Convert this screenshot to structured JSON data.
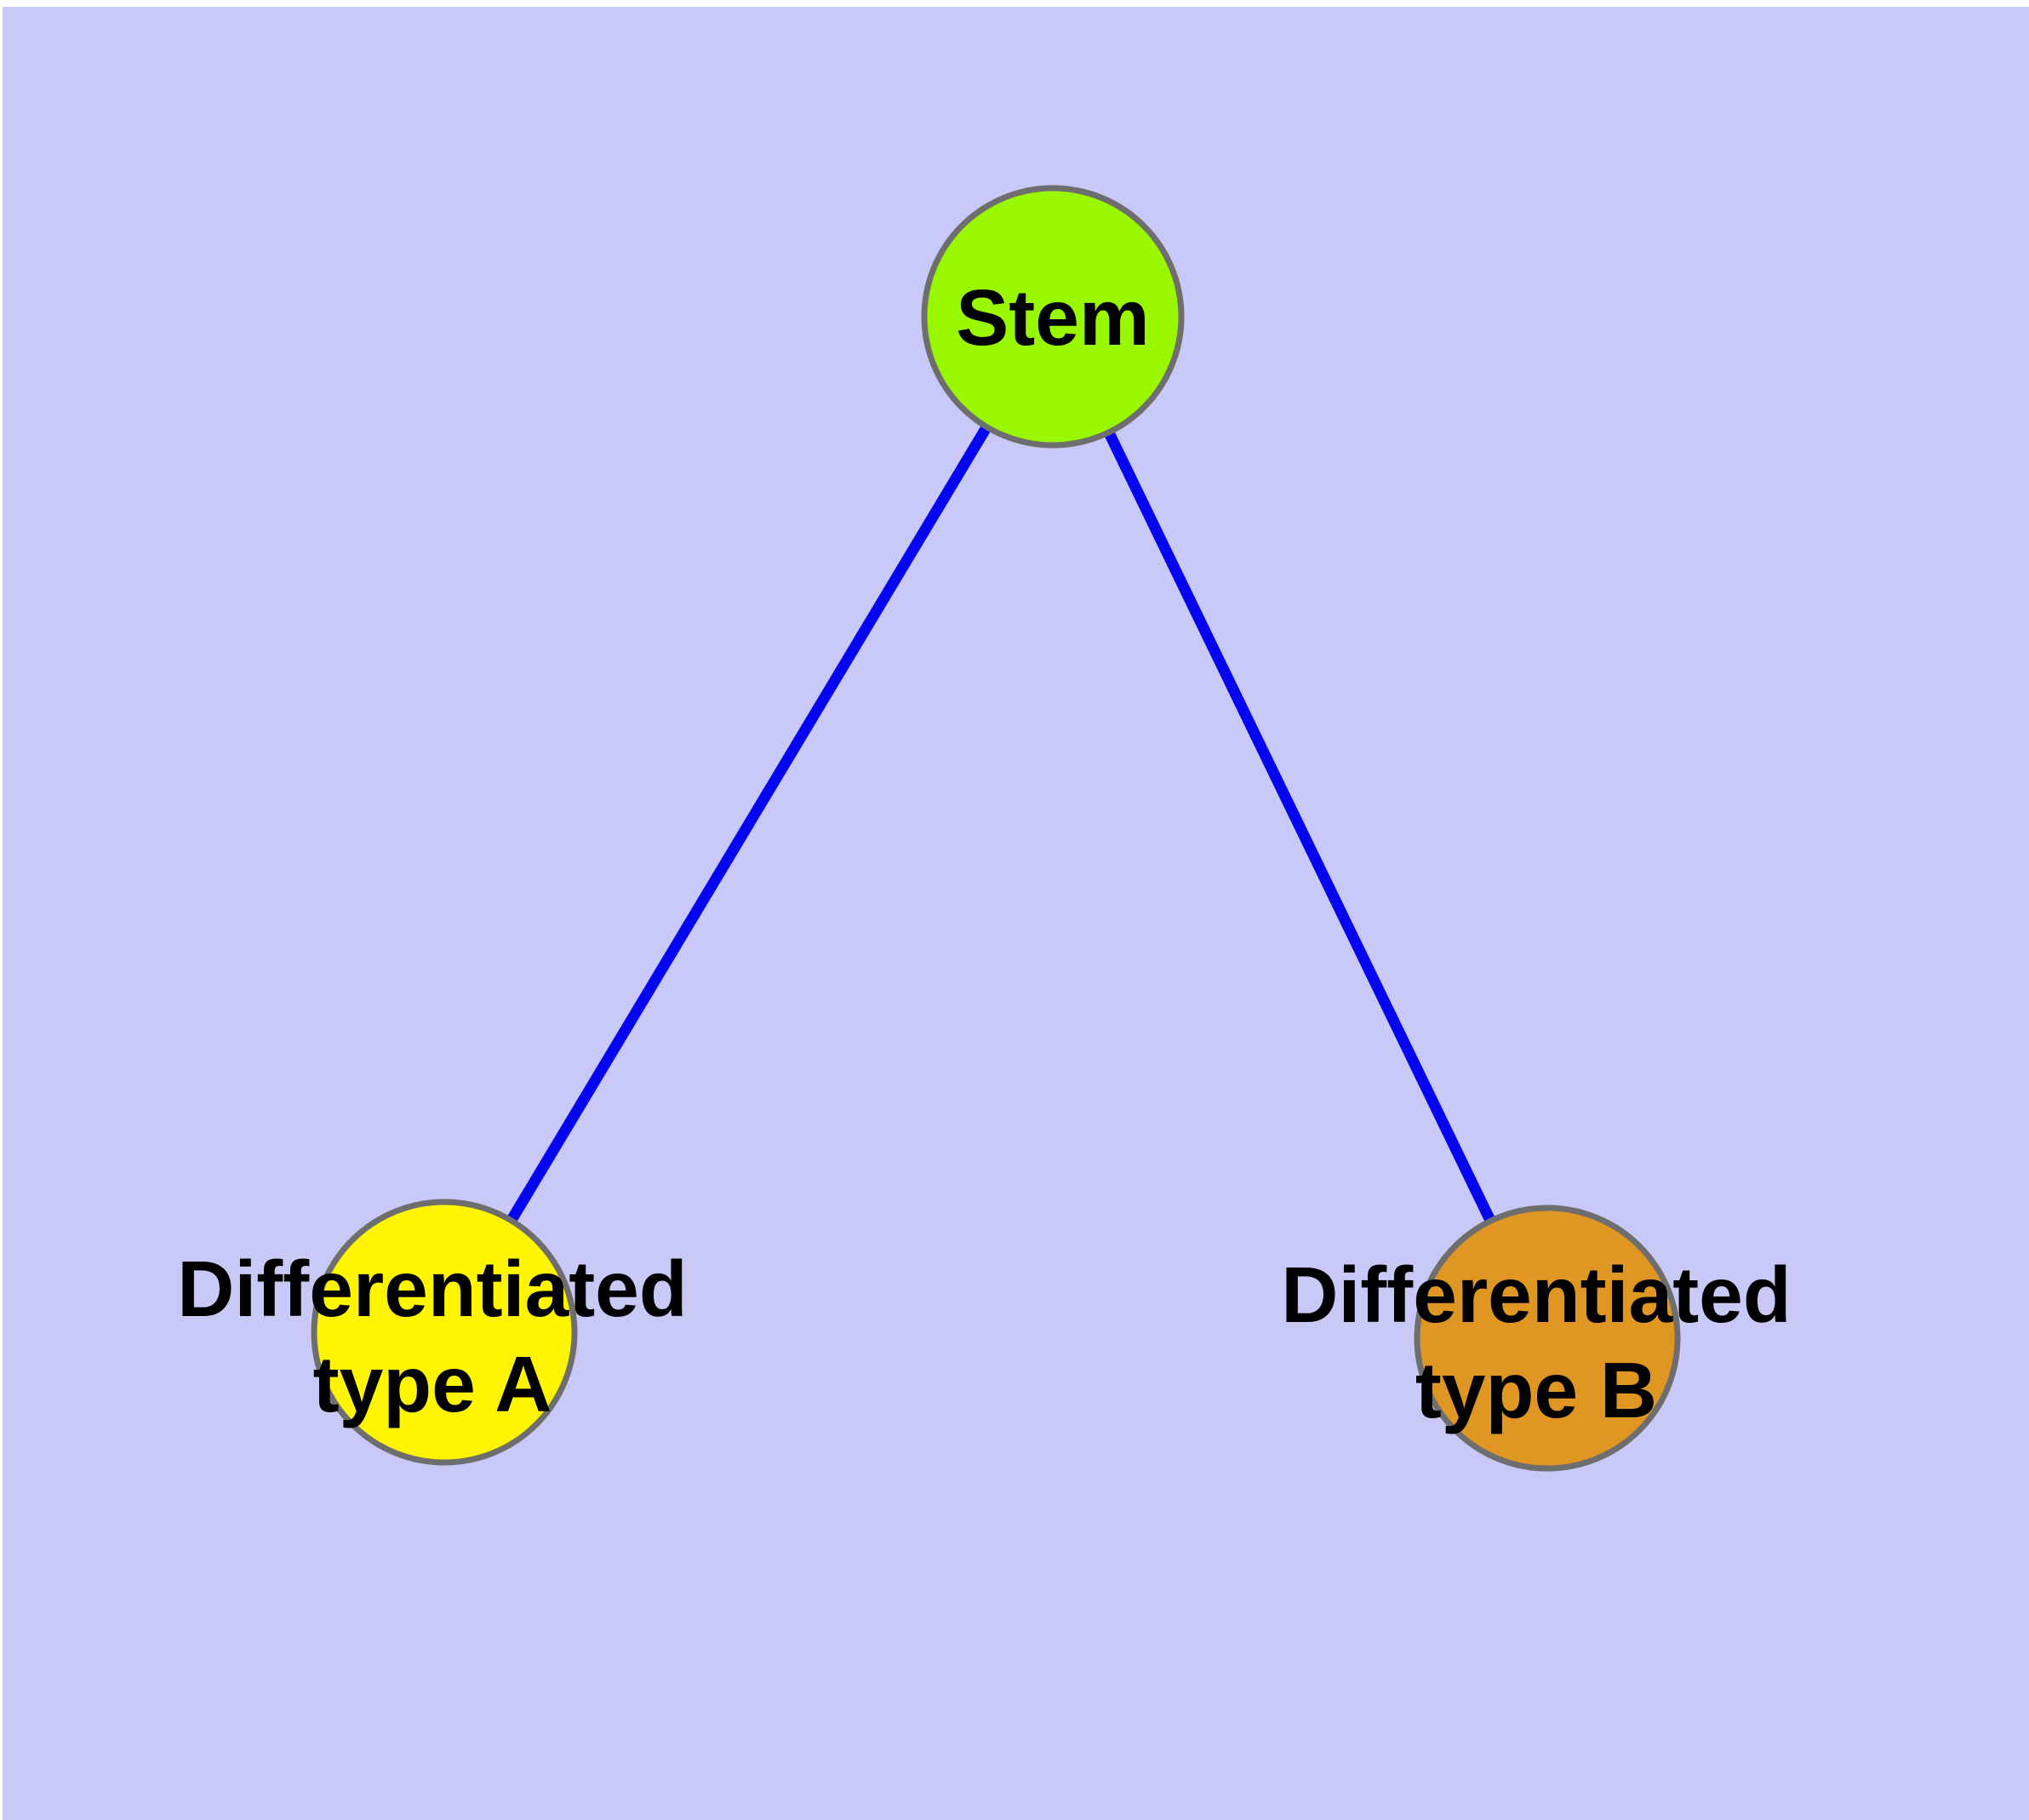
{
  "diagram": {
    "type": "graph",
    "background_color": "#c9c9f8",
    "edge_color": "#0505f0",
    "node_border_color": "#6e6e6e",
    "label_color": "#000000",
    "nodes": {
      "stem": {
        "label": "Stem",
        "color": "#99f700"
      },
      "type_a": {
        "label": "Differentiated type A",
        "label_line1": "Differentiated",
        "label_line2": "type A",
        "color": "#fff500"
      },
      "type_b": {
        "label": "Differentiated type B",
        "label_line1": "Differentiated",
        "label_line2": "type B",
        "color": "#e09623"
      }
    },
    "edges": [
      {
        "from": "Stem",
        "to": "Differentiated type A"
      },
      {
        "from": "Stem",
        "to": "Differentiated type B"
      }
    ]
  }
}
